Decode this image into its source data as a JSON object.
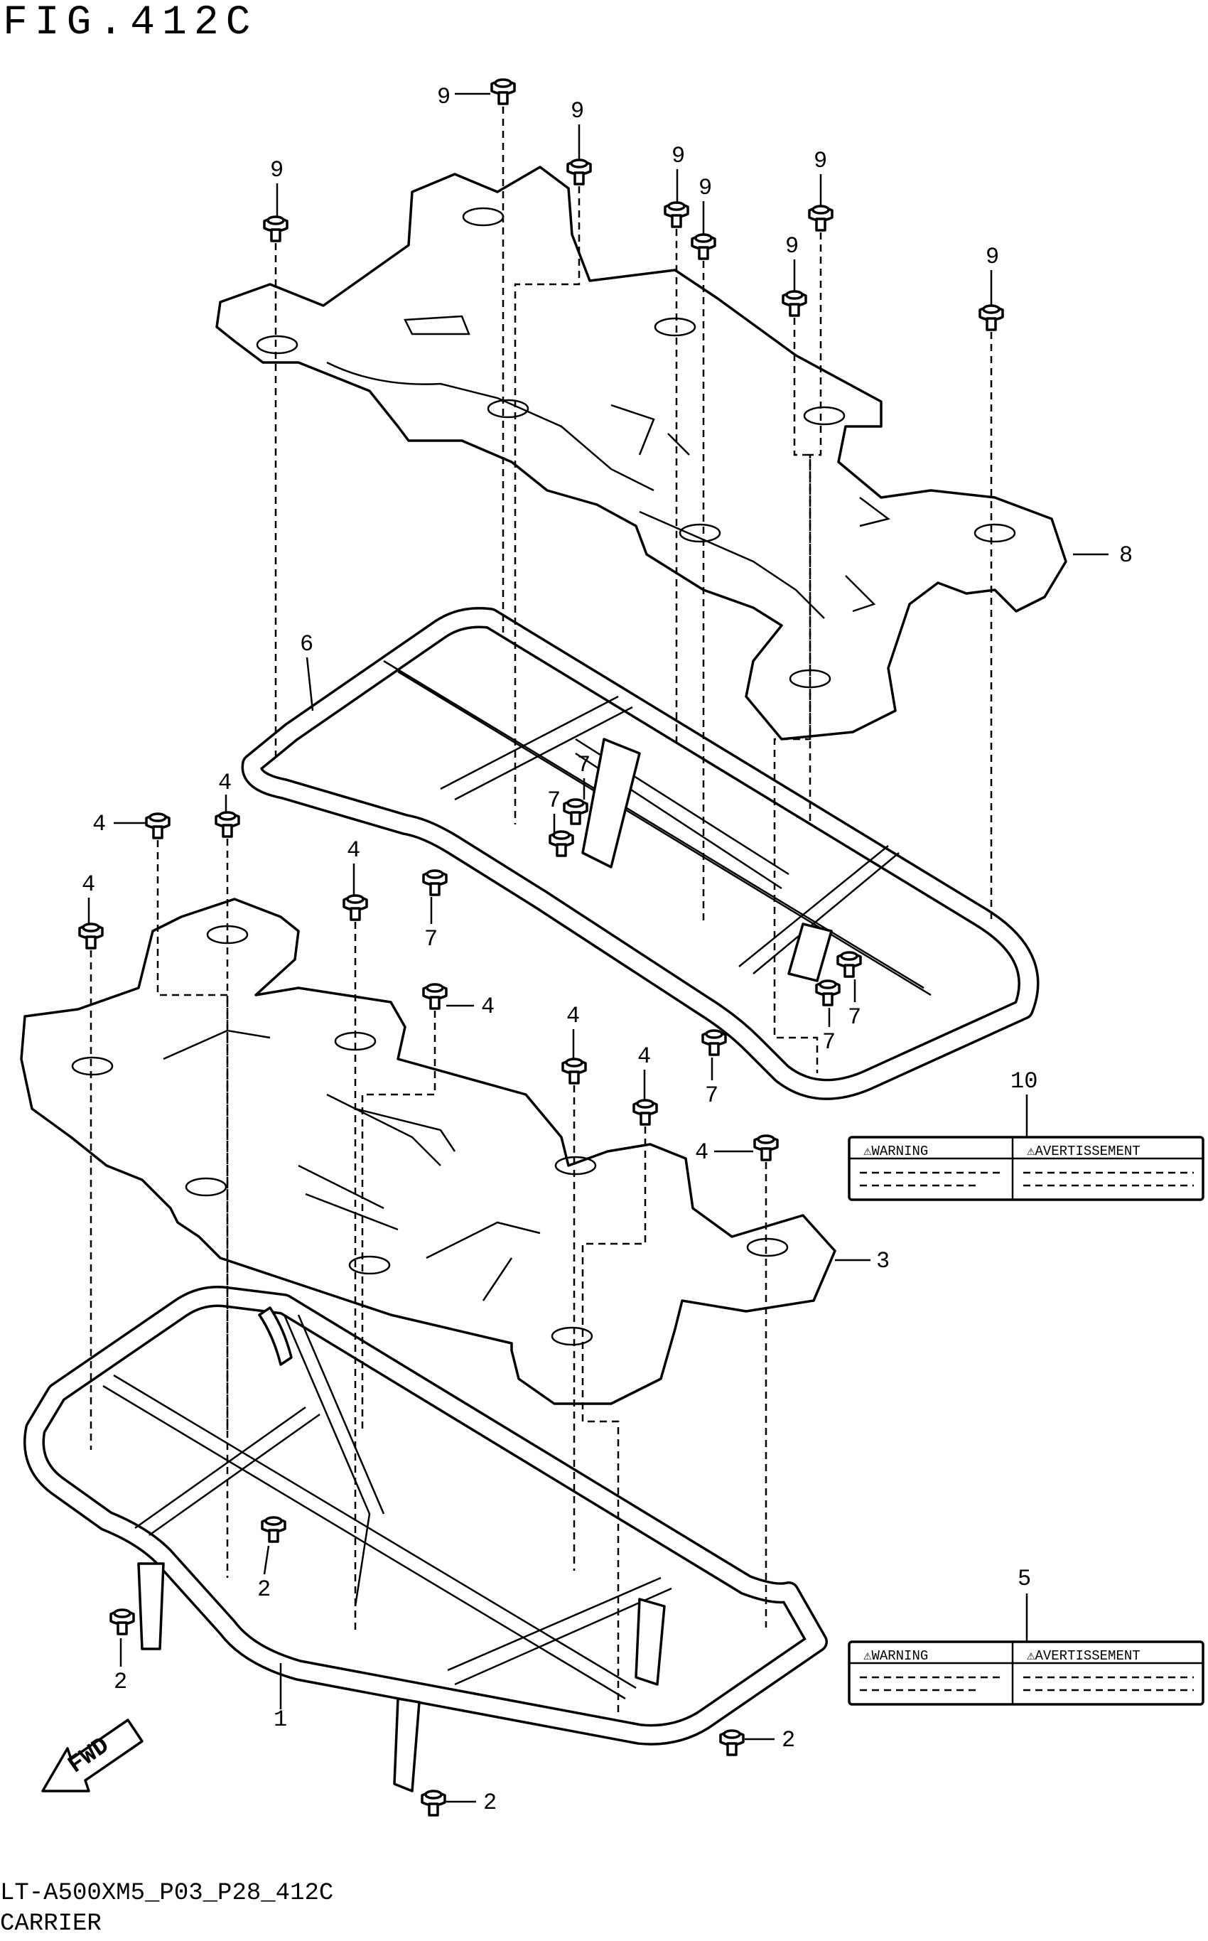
{
  "figure": {
    "title": "FIG.412C",
    "model_code": "LT-A500XM5_P03_P28_412C",
    "name": "CARRIER"
  },
  "callouts": [
    {
      "id": "part-1",
      "number": "1"
    },
    {
      "id": "part-2",
      "number": "2"
    },
    {
      "id": "part-3",
      "number": "3"
    },
    {
      "id": "part-4",
      "number": "4"
    },
    {
      "id": "part-5",
      "number": "5"
    },
    {
      "id": "part-6",
      "number": "6"
    },
    {
      "id": "part-7",
      "number": "7"
    },
    {
      "id": "part-8",
      "number": "8"
    },
    {
      "id": "part-9",
      "number": "9"
    },
    {
      "id": "part-10",
      "number": "10"
    }
  ],
  "labels": {
    "warning": "⚠WARNING",
    "avertissement": "⚠AVERTISSEMENT"
  },
  "fwd_arrow": "FWD"
}
